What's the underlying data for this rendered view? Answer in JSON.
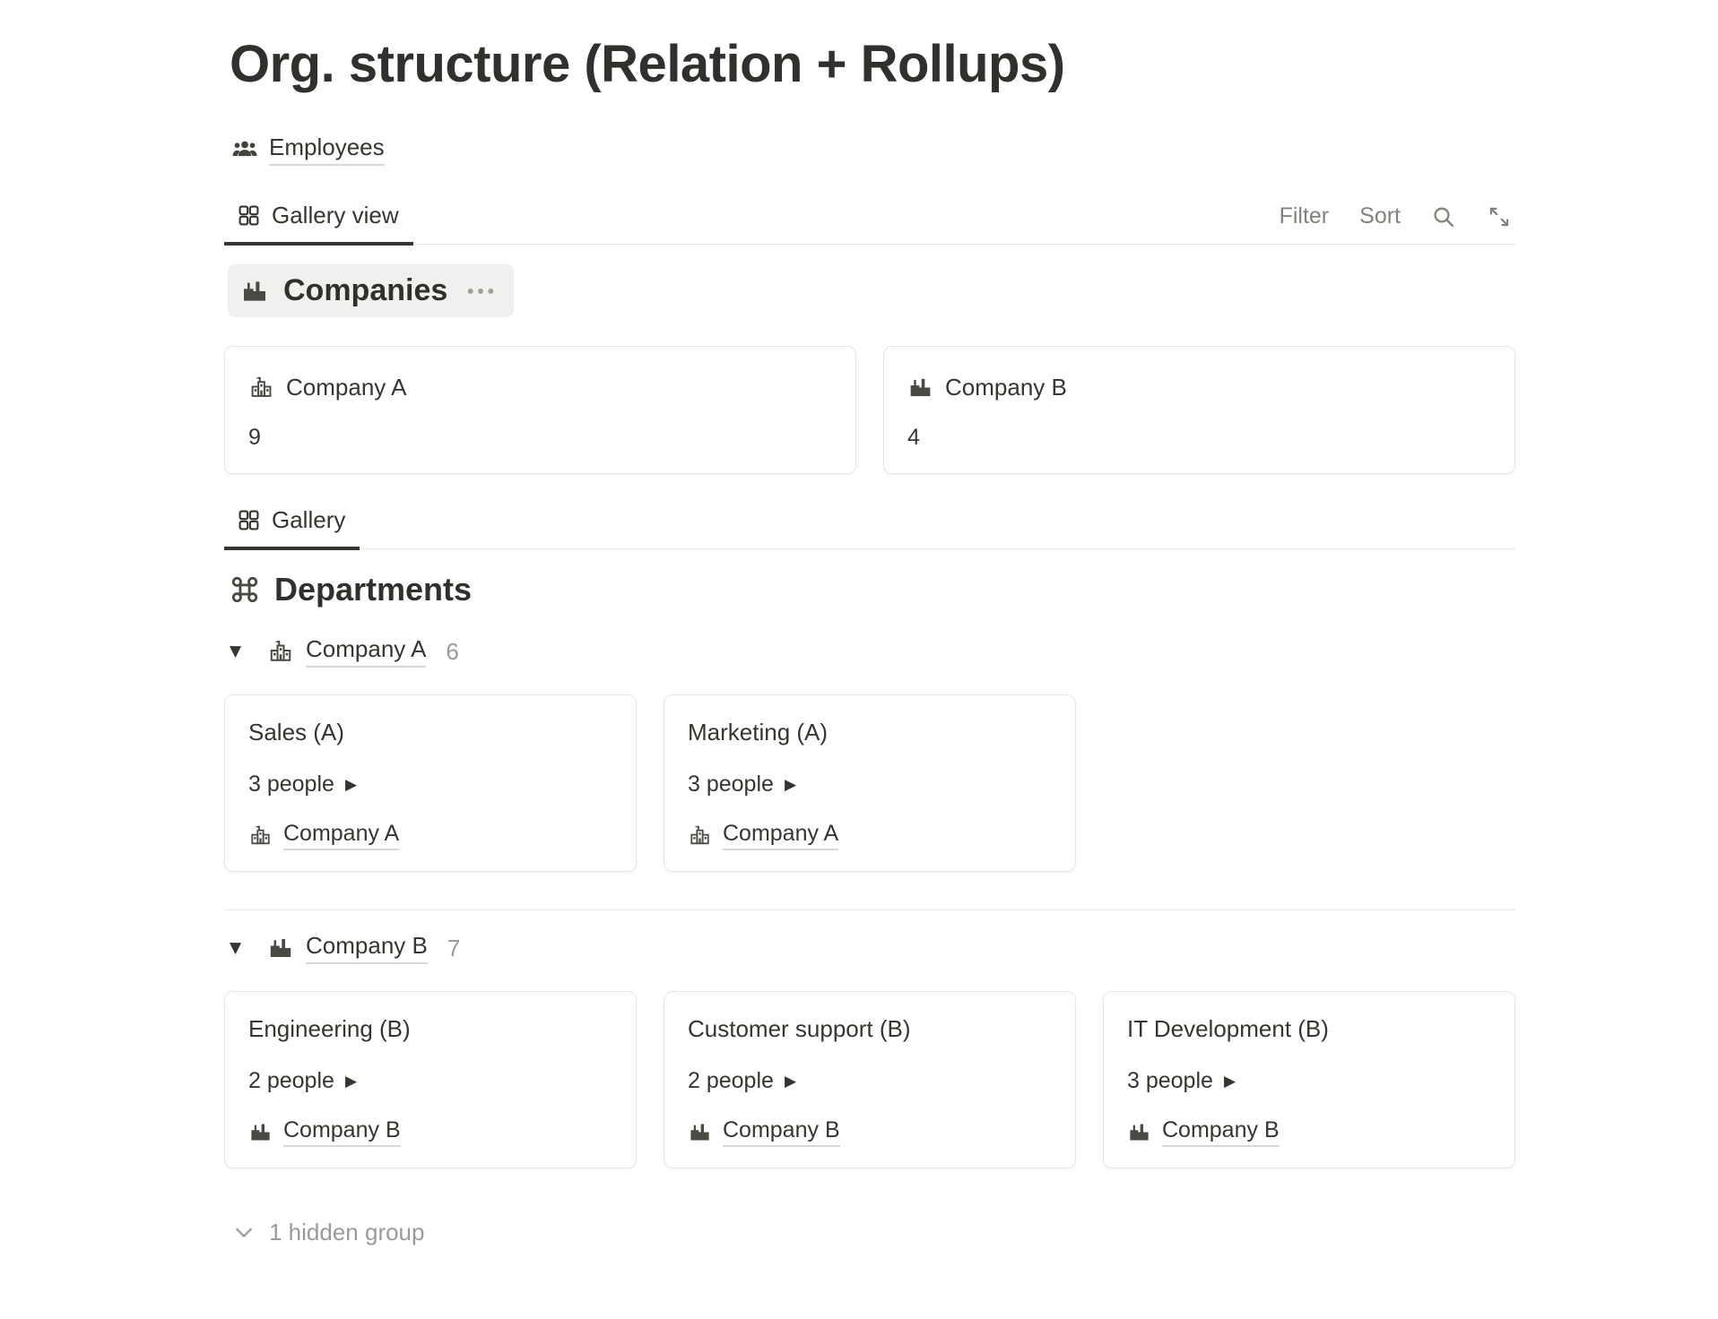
{
  "page": {
    "title": "Org. structure (Relation + Rollups)"
  },
  "breadcrumb": {
    "label": "Employees",
    "icon": "people-icon"
  },
  "toolbar_primary": {
    "tab_label": "Gallery view",
    "tab_icon": "gallery-grid-icon",
    "filter_label": "Filter",
    "sort_label": "Sort",
    "icons": [
      "search-icon",
      "expand-icon"
    ]
  },
  "companies": {
    "title": "Companies",
    "title_icon": "city-buildings-icon",
    "menu_icon": "ellipsis-icon",
    "cards": [
      {
        "icon": "school-building-icon",
        "name": "Company A",
        "count": "9"
      },
      {
        "icon": "city-buildings-icon",
        "name": "Company B",
        "count": "4"
      }
    ]
  },
  "toolbar_secondary": {
    "tab_label": "Gallery",
    "tab_icon": "gallery-grid-icon"
  },
  "departments": {
    "title": "Departments",
    "title_icon": "command-icon",
    "groups": [
      {
        "icon": "school-building-icon",
        "name": "Company A",
        "count": "6",
        "cards": [
          {
            "title": "Sales (A)",
            "people": "3 people",
            "company": "Company A",
            "company_icon": "school-building-icon"
          },
          {
            "title": "Marketing (A)",
            "people": "3 people",
            "company": "Company A",
            "company_icon": "school-building-icon"
          }
        ]
      },
      {
        "icon": "city-buildings-icon",
        "name": "Company B",
        "count": "7",
        "cards": [
          {
            "title": "Engineering (B)",
            "people": "2 people",
            "company": "Company B",
            "company_icon": "city-buildings-icon"
          },
          {
            "title": "Customer support (B)",
            "people": "2 people",
            "company": "Company B",
            "company_icon": "city-buildings-icon"
          },
          {
            "title": "IT Development (B)",
            "people": "3 people",
            "company": "Company B",
            "company_icon": "city-buildings-icon"
          }
        ]
      }
    ],
    "hidden_group_label": "1 hidden group",
    "hidden_group_icon": "chevron-down-icon"
  },
  "glyphs": {
    "triangle_down": "▼",
    "play": "▶"
  },
  "colors": {
    "text": "#37352f",
    "muted_text": "#9b9a97",
    "toolbar_text": "#82827c",
    "border": "#e6e6e4",
    "divider": "#e9e9e7",
    "pill_background": "#f1f0ee",
    "link_underline": "#d9d8d4",
    "active_tab_underline": "#37352f",
    "background": "#ffffff"
  }
}
